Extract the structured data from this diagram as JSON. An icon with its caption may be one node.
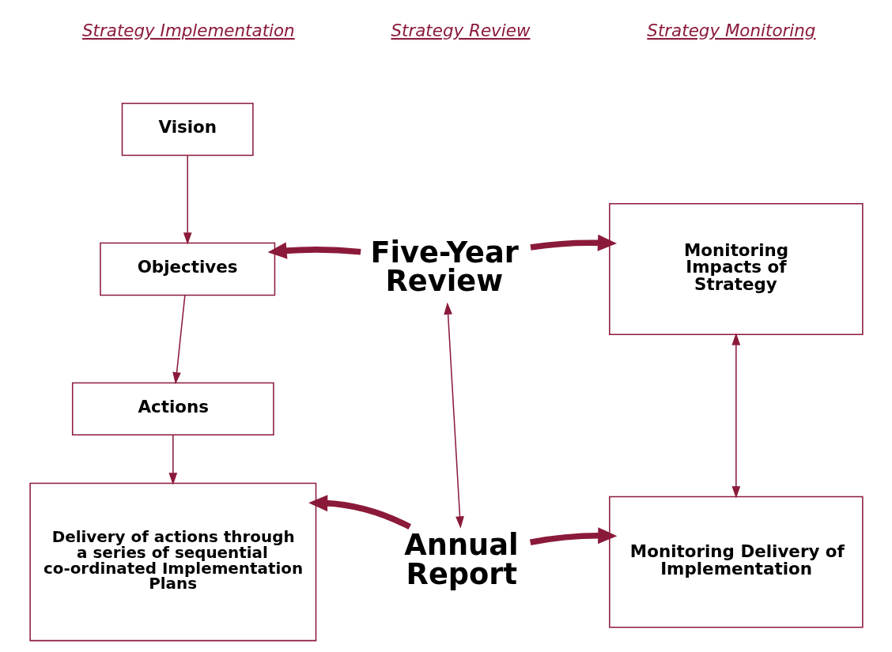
{
  "diagram": {
    "nodes": [
      {
        "text": [
          "Vision"
        ]
      },
      {
        "text": [
          "Objectives"
        ]
      },
      {
        "text": [
          "Actions"
        ]
      },
      {
        "text": [
          "Delivery of actions through a series of sequential co-ordinated Implementation Plans"
        ]
      },
      {
        "text": [
          "Five-Year Review"
        ]
      },
      {
        "text": [
          "Monitoring Impacts of Strategy"
        ]
      },
      {
        "text": [
          "Annual Report"
        ]
      },
      {
        "text": [
          "Monitoring Delivery of Implementation"
        ]
      }
    ],
    "edges": [
      {
        "from": 0,
        "to": 1,
        "arrow": "to"
      },
      {
        "from": 1,
        "to": 2,
        "arrow": "to"
      },
      {
        "from": 2,
        "to": 3,
        "arrow": "to"
      },
      {
        "from": 4,
        "to": 1,
        "arrow": "to",
        "style": "thick"
      },
      {
        "from": 4,
        "to": 5,
        "arrow": "to",
        "style": "thick"
      },
      {
        "from": 4,
        "to": 6,
        "arrow": "both"
      },
      {
        "from": 5,
        "to": 7,
        "arrow": "both"
      },
      {
        "from": 6,
        "to": 3,
        "arrow": "to",
        "style": "thick"
      },
      {
        "from": 6,
        "to": 7,
        "arrow": "to",
        "style": "thick"
      }
    ],
    "labels": [
      "Strategy Implementation",
      "Strategy Review",
      "Strategy Monitoring"
    ]
  }
}
